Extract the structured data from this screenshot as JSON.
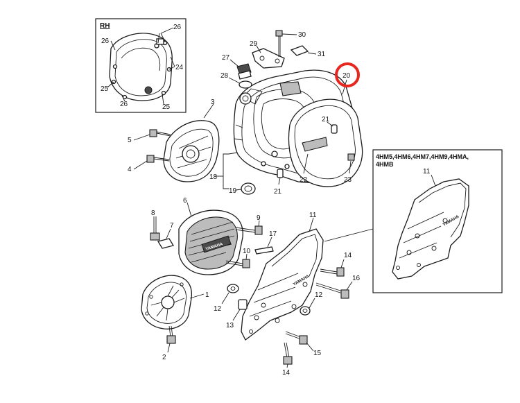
{
  "colors": {
    "line": "#1a1a1a",
    "highlight": "#e8261f",
    "background": "#ffffff"
  },
  "inset_rh": {
    "title": "RH",
    "labels": {
      "a": "26",
      "b": "26",
      "c": "24",
      "d": "25",
      "e": "26",
      "f": "25"
    }
  },
  "inset_models": {
    "title_line1": "4HM5,4HM6,4HM7,4HM9,4HMA,",
    "title_line2": "4HMB",
    "part_label": "11",
    "brand": "YAMAHA"
  },
  "callouts": {
    "p1": "1",
    "p2": "2",
    "p3": "3",
    "p4": "4",
    "p5": "5",
    "p6": "6",
    "p7": "7",
    "p8": "8",
    "p9": "9",
    "p10": "10",
    "p11": "11",
    "p12a": "12",
    "p12b": "12",
    "p13": "13",
    "p14a": "14",
    "p14b": "14",
    "p15": "15",
    "p16": "16",
    "p17": "17",
    "p18": "18",
    "p19": "19",
    "p20": "20",
    "p21a": "21",
    "p21b": "21",
    "p22": "22",
    "p23": "23",
    "p27": "27",
    "p28": "28",
    "p29": "29",
    "p30": "30",
    "p31": "31"
  },
  "brand_marks": {
    "cover6": "YAMAHA",
    "cover11": "YAMAHA"
  },
  "highlighted_part": "20"
}
